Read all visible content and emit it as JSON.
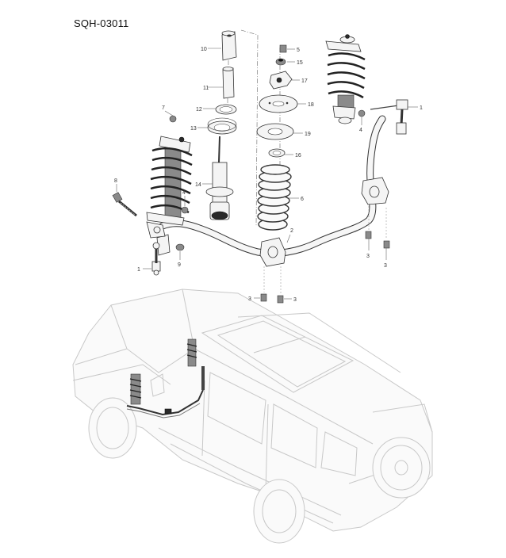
{
  "diagram": {
    "title": "SQH-03011",
    "callouts": {
      "c1a": "1",
      "c1b": "1",
      "c2": "2",
      "c3a": "3",
      "c3b": "3",
      "c3c": "3",
      "c3d": "3",
      "c4a": "4",
      "c4b": "4",
      "c5": "5",
      "c6": "6",
      "c7": "7",
      "c8": "8",
      "c9": "9",
      "c10": "10",
      "c11": "11",
      "c12": "12",
      "c13": "13",
      "c14": "14",
      "c15": "15",
      "c16": "16",
      "c17": "17",
      "c18": "18",
      "c19": "19"
    }
  }
}
